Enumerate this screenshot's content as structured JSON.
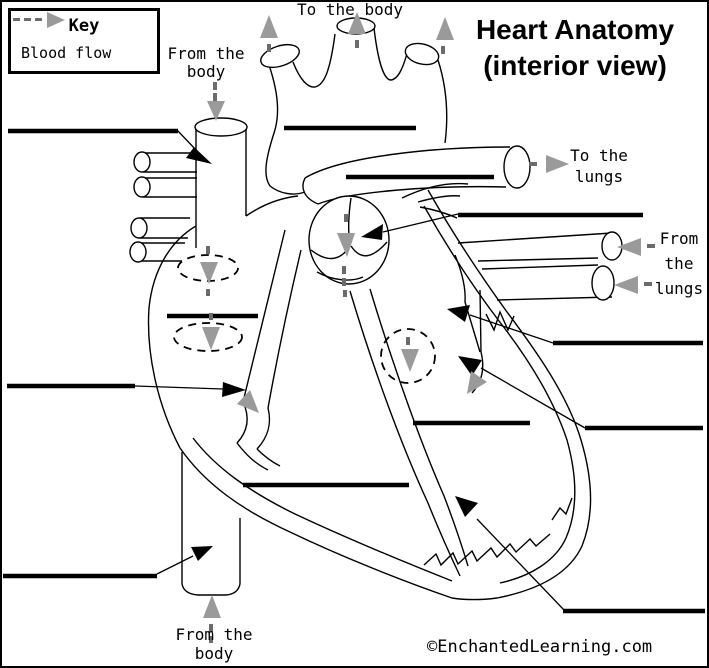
{
  "page": {
    "title_line1": "Heart Anatomy",
    "title_line2": "(interior view)",
    "copyright": "©EnchantedLearning.com"
  },
  "key": {
    "heading": "Key",
    "entry_label": "Blood flow"
  },
  "flow_labels": {
    "to_body": "To the body",
    "from_body_top_line1": "From the",
    "from_body_top_line2": "body",
    "to_lungs_line1": "To the",
    "to_lungs_line2": "lungs",
    "from_lungs_line1": "From",
    "from_lungs_line2": "the",
    "from_lungs_line3": "lungs",
    "from_body_bottom_line1": "From the",
    "from_body_bottom_line2": "body"
  },
  "diagram": {
    "blank_label_line_count": 12
  },
  "colors": {
    "ink": "#000000",
    "flow": "#9a9a9a",
    "flow_dash": "#6b6b6b",
    "bg": "#ffffff"
  }
}
